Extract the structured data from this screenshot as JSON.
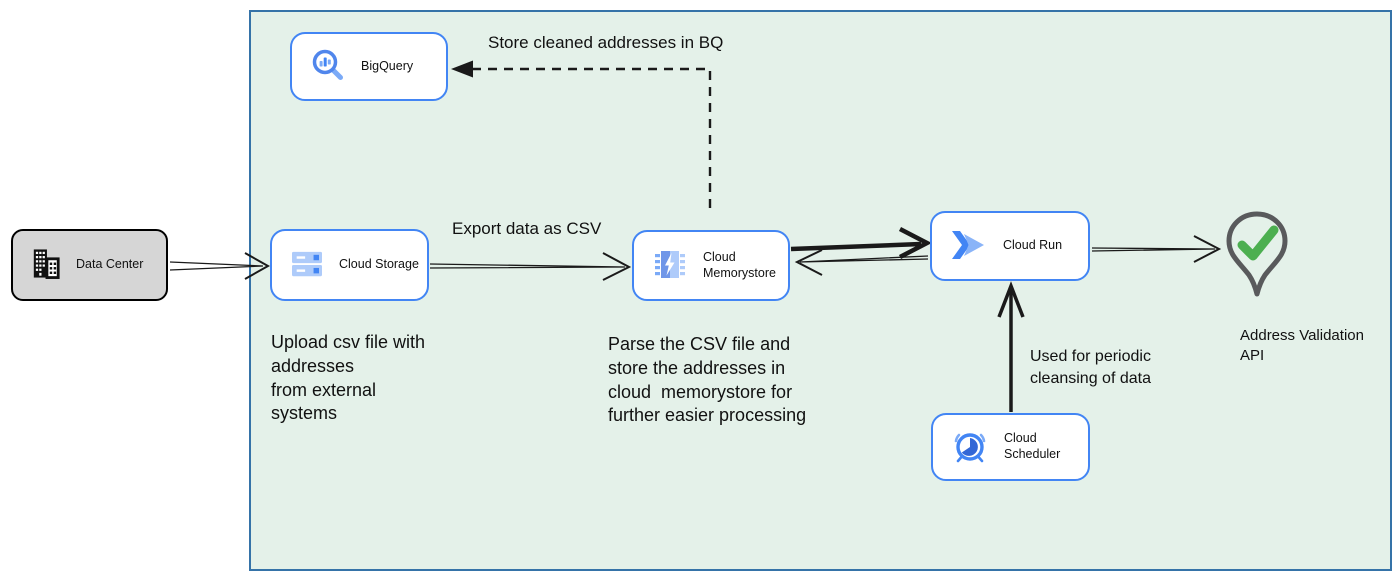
{
  "colors": {
    "boundary_fill": "#e4f1e9",
    "boundary_border": "#3573a8",
    "node_border": "#4285f4",
    "datacenter_fill": "#d6d6d6",
    "arrow_black": "#1a1a1a",
    "check_green": "#4caf50",
    "pin_gray": "#595a5c",
    "icon_blue": "#4285f4",
    "icon_light_blue": "#aecbfa"
  },
  "nodes": {
    "data_center": {
      "label": "Data Center",
      "icon": "building-icon"
    },
    "bigquery": {
      "label": "BigQuery",
      "icon": "bigquery-icon"
    },
    "cloud_storage": {
      "label": "Cloud Storage",
      "icon": "cloud-storage-icon"
    },
    "cloud_memorystore": {
      "label": "Cloud Memorystore",
      "icon": "memorystore-icon"
    },
    "cloud_run": {
      "label": "Cloud Run",
      "icon": "cloud-run-icon"
    },
    "cloud_scheduler": {
      "label": "Cloud Scheduler",
      "icon": "scheduler-icon"
    },
    "address_validation_api": {
      "label": "Address Validation\nAPI",
      "icon": "location-pin-check-icon"
    }
  },
  "annotations": {
    "store_in_bq": "Store cleaned addresses in BQ",
    "export_csv": "Export data as CSV",
    "upload_csv": "Upload csv file with\naddresses\nfrom external\nsystems",
    "parse_csv": "Parse the CSV file and\nstore the addresses in\ncloud  memorystore for\nfurther easier processing",
    "periodic_cleansing": "Used for periodic\ncleansing of data"
  },
  "edges": [
    {
      "from": "data_center",
      "to": "cloud_storage",
      "style": "double-line open-arrow"
    },
    {
      "from": "cloud_storage",
      "to": "cloud_memorystore",
      "style": "double-line open-arrow",
      "label": "Export data as CSV"
    },
    {
      "from": "cloud_memorystore",
      "to": "bigquery",
      "style": "dashed solid-arrow",
      "label": "Store cleaned addresses in BQ"
    },
    {
      "from": "cloud_memorystore",
      "to": "cloud_run",
      "style": "thick open-arrow"
    },
    {
      "from": "cloud_run",
      "to": "cloud_memorystore",
      "style": "thin open-arrow"
    },
    {
      "from": "cloud_scheduler",
      "to": "cloud_run",
      "style": "thick open-arrow",
      "label": "Used for periodic cleansing of data"
    },
    {
      "from": "cloud_run",
      "to": "address_validation_api",
      "style": "thin open-arrow"
    }
  ]
}
